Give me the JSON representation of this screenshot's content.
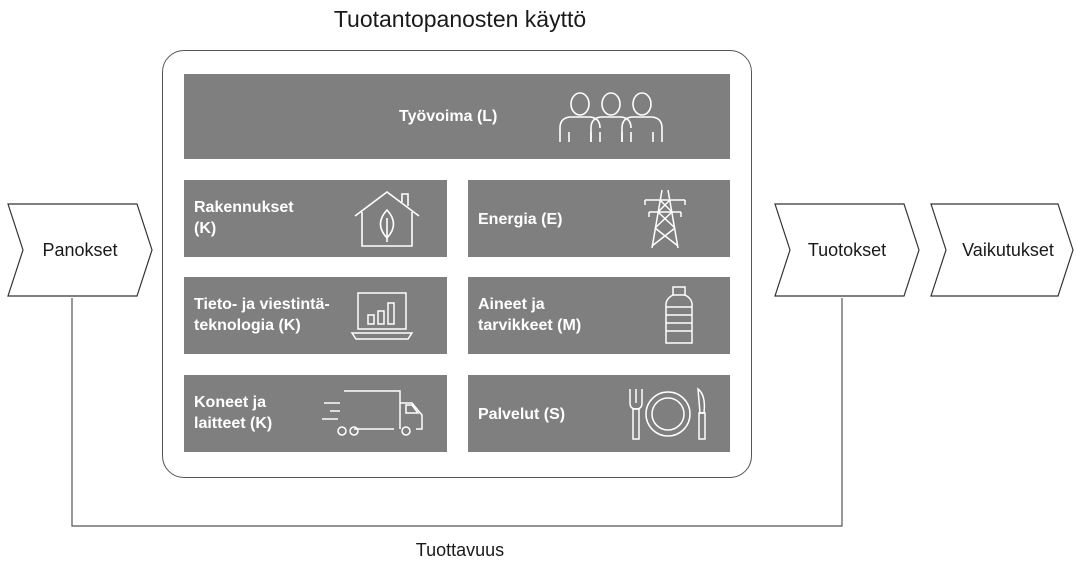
{
  "title": "Tuotantopanosten käyttö",
  "tiles": {
    "tyovoima": "Työvoima (L)",
    "rakennukset": "Rakennukset\n(K)",
    "energia": "Energia (E)",
    "tieto": "Tieto- ja viestintä-\nteknologia (K)",
    "aineet": "Aineet ja\ntarvikkeet (M)",
    "koneet": "Koneet ja\nlaitteet (K)",
    "palvelut": "Palvelut (S)"
  },
  "flow": {
    "panokset": "Panokset",
    "tuotokset": "Tuotokset",
    "vaikutukset": "Vaikutukset"
  },
  "footer": "Tuottavuus",
  "colors": {
    "tile": "#7f7f7f",
    "icon": "#ffffff",
    "line": "#555555"
  },
  "icons": [
    "people-icon",
    "house-leaf-icon",
    "power-pylon-icon",
    "laptop-chart-icon",
    "bottle-icon",
    "truck-icon",
    "plate-cutlery-icon"
  ]
}
